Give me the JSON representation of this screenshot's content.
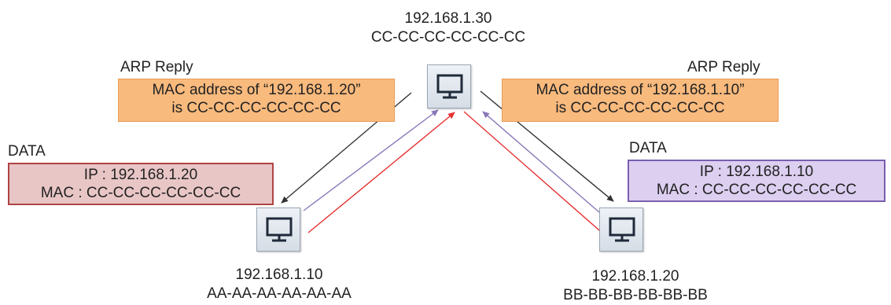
{
  "nodes": {
    "top": {
      "ip": "192.168.1.30",
      "mac": "CC-CC-CC-CC-CC-CC"
    },
    "left": {
      "ip": "192.168.1.10",
      "mac": "AA-AA-AA-AA-AA-AA"
    },
    "right": {
      "ip": "192.168.1.20",
      "mac": "BB-BB-BB-BB-BB-BB"
    }
  },
  "arp_left": {
    "title": "ARP Reply",
    "line1": "MAC address of “192.168.1.20”",
    "line2": "is CC-CC-CC-CC-CC-CC"
  },
  "arp_right": {
    "title": "ARP Reply",
    "line1": "MAC address of “192.168.1.10”",
    "line2": "is CC-CC-CC-CC-CC-CC"
  },
  "data_left": {
    "title": "DATA",
    "line1": "IP : 192.168.1.20",
    "line2": "MAC : CC-CC-CC-CC-CC-CC"
  },
  "data_right": {
    "title": "DATA",
    "line1": "IP : 192.168.1.10",
    "line2": "MAC : CC-CC-CC-CC-CC-CC"
  },
  "colors": {
    "arp_box": "#f9ba7d",
    "data_left_box": "#e9c6c6",
    "data_right_box": "#dccff0",
    "arrow_black": "#333333",
    "arrow_purple": "#8a78b8",
    "arrow_red": "#e53030"
  },
  "icons": {
    "computer": "computer-monitor-icon"
  }
}
